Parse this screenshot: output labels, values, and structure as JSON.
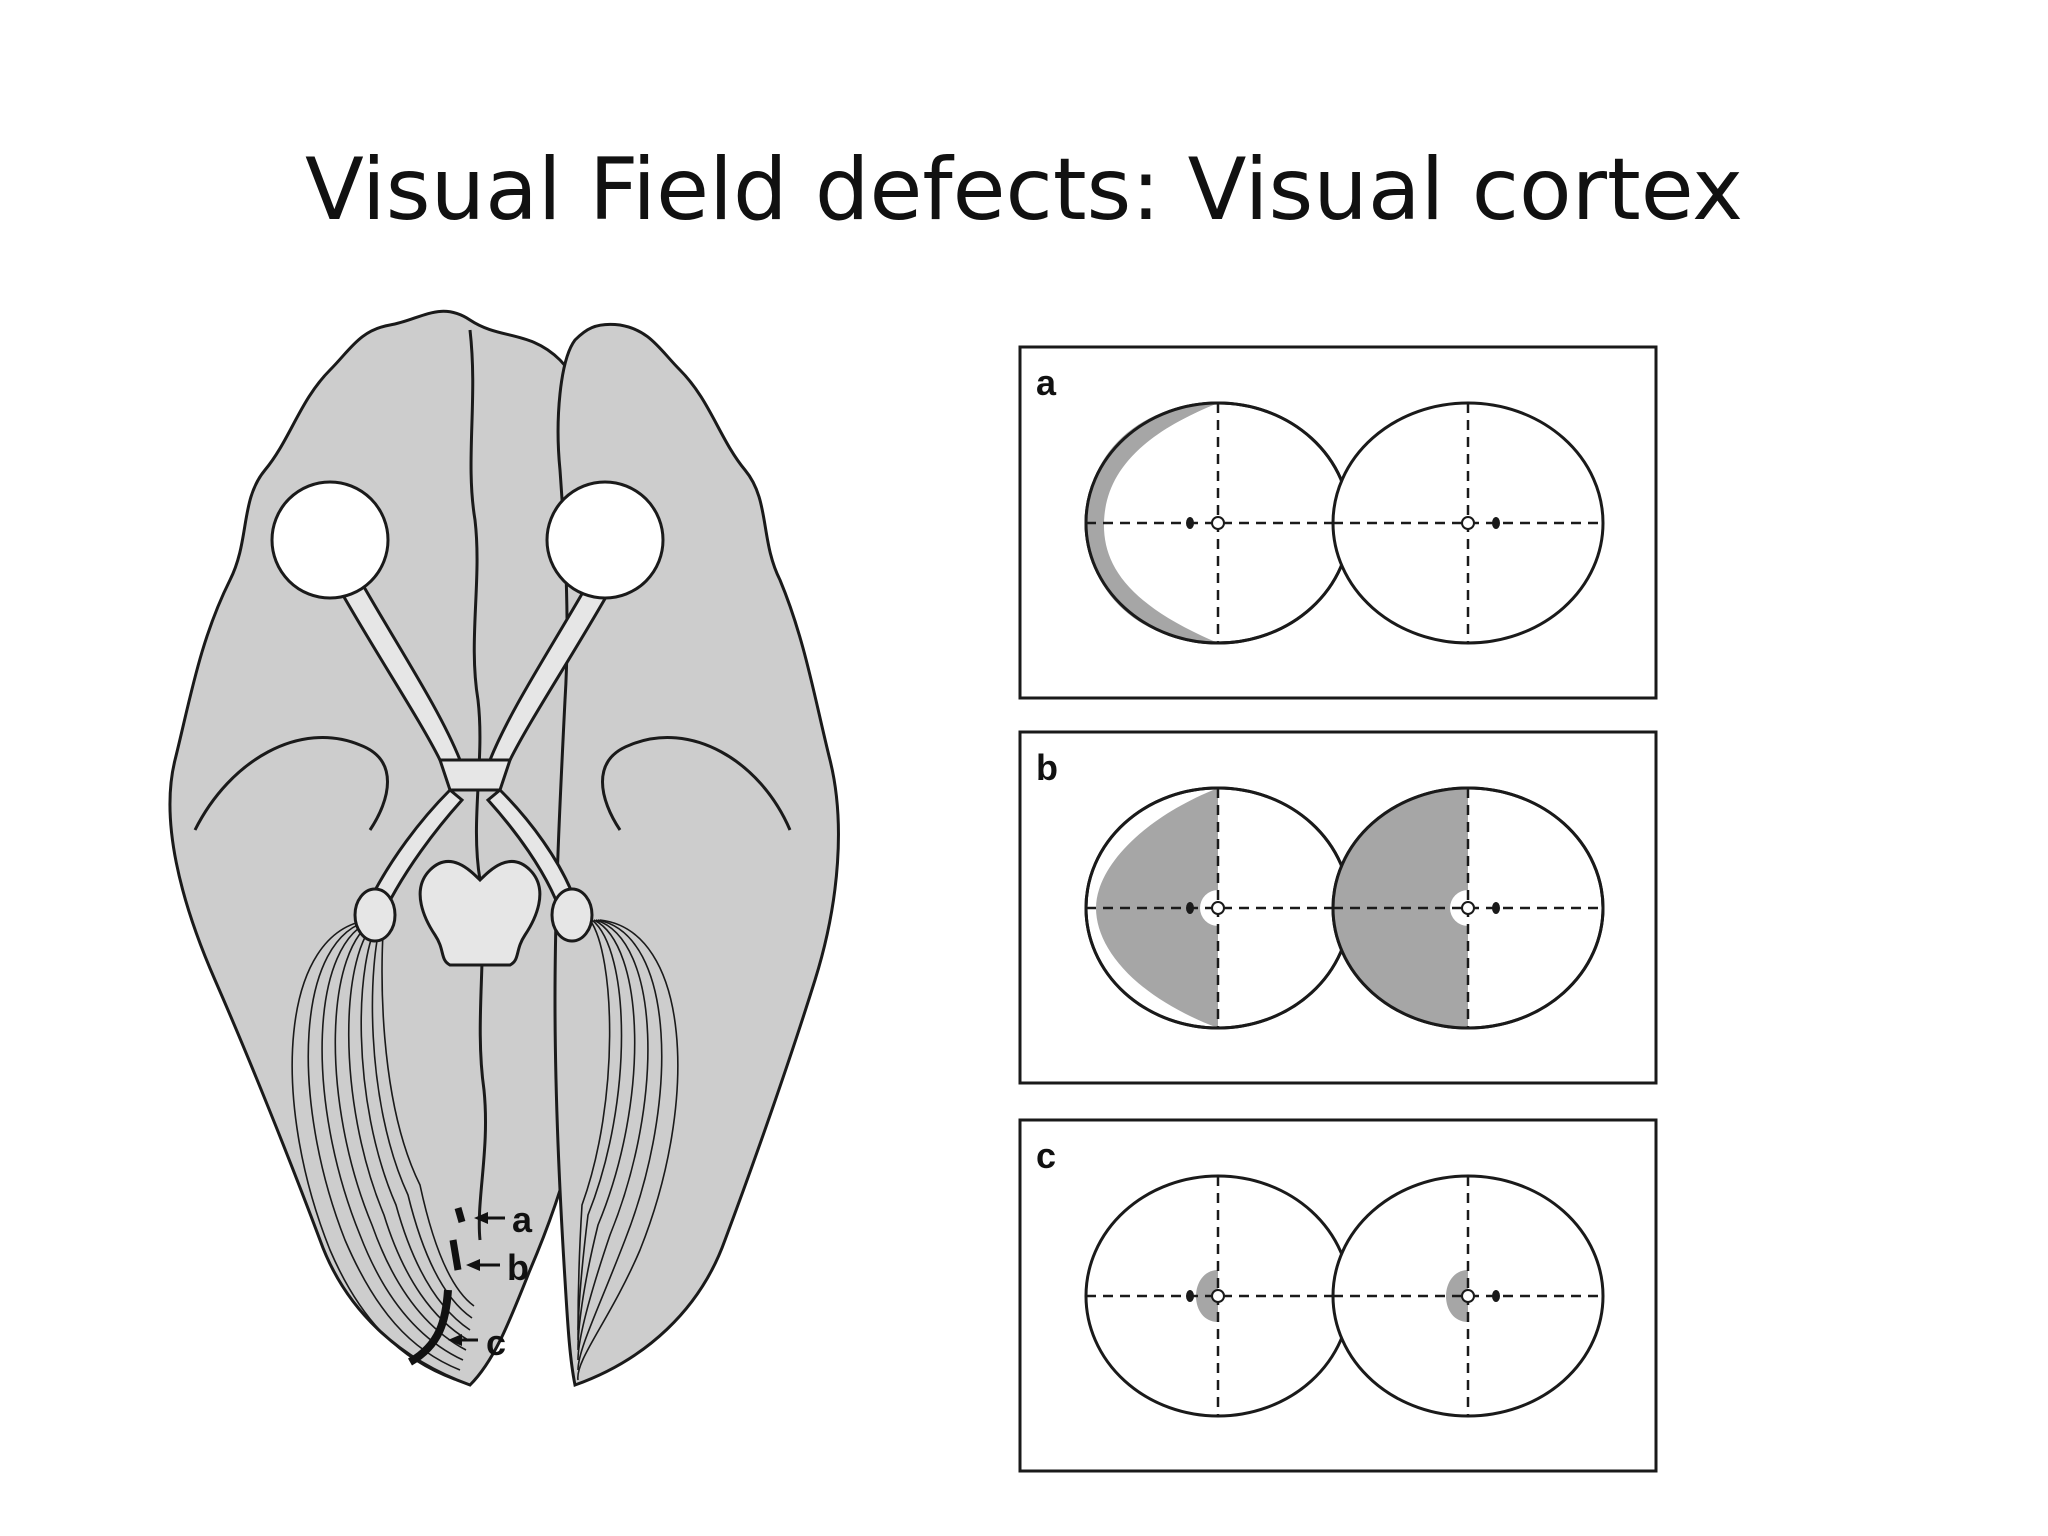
{
  "title": "Visual Field defects: Visual cortex",
  "brain": {
    "lesion_labels": [
      "a",
      "b",
      "c"
    ]
  },
  "panels": [
    {
      "label": "a"
    },
    {
      "label": "b"
    },
    {
      "label": "c"
    }
  ],
  "colors": {
    "brain_fill": "#cdcdcd",
    "defect_fill": "#a6a6a6",
    "outline": "#1a1a1a",
    "background": "#ffffff"
  }
}
